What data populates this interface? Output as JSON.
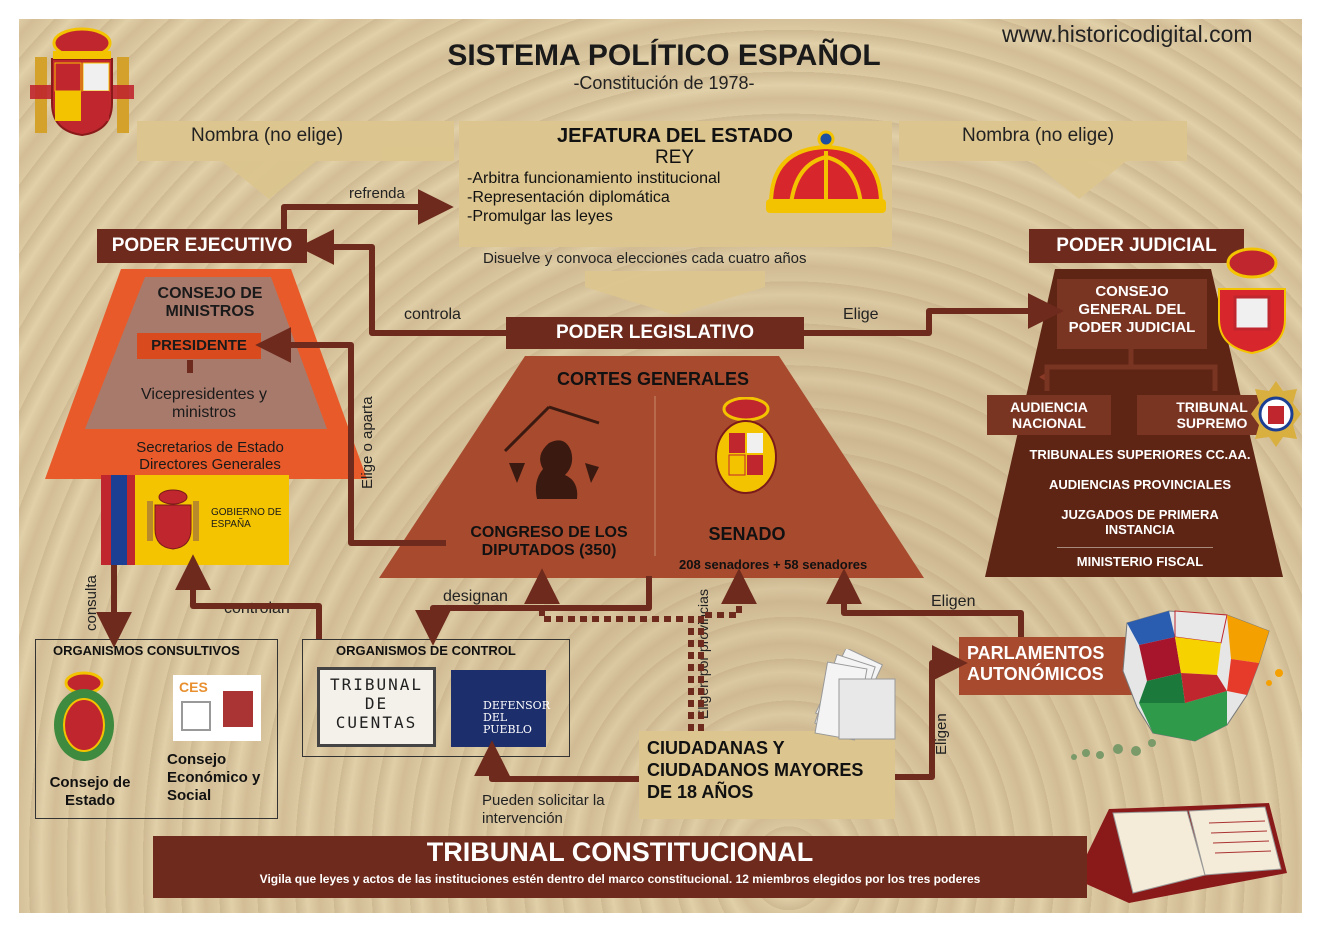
{
  "header": {
    "title": "SISTEMA POLÍTICO ESPAÑOL",
    "subtitle": "-Constitución de 1978-",
    "website": "www.historicodigital.com"
  },
  "jefatura": {
    "title": "JEFATURA DEL ESTADO",
    "rey": "REY",
    "functions": [
      "-Arbitra funcionamiento institucional",
      "-Representación diplomática",
      "-Promulgar las leyes"
    ],
    "nombra_left": "Nombra (no elige)",
    "nombra_right": "Nombra (no elige)",
    "refrenda": "refrenda",
    "disuelve": "Disuelve y convoca elecciones cada cuatro años"
  },
  "ejecutivo": {
    "title": "PODER EJECUTIVO",
    "consejo": "CONSEJO DE MINISTROS",
    "presidente": "PRESIDENTE",
    "vice": "Vicepresidentes y ministros",
    "secretarios": "Secretarios de Estado",
    "directores": "Directores Generales",
    "gobierno_logo_text": "GOBIERNO DE ESPAÑA",
    "controla": "controla",
    "elige_aparta": "Elige o aparta",
    "consulta": "consulta",
    "controlan": "controlan"
  },
  "legislativo": {
    "title": "PODER LEGISLATIVO",
    "cortes": "CORTES GENERALES",
    "congreso": "CONGRESO DE LOS DIPUTADOS (350)",
    "senado": "SENADO",
    "senadores": "208 senadores + 58 senadores",
    "elige": "Elige",
    "designan": "designan"
  },
  "judicial": {
    "title": "PODER JUDICIAL",
    "cgpj": "CONSEJO GENERAL DEL PODER JUDICIAL",
    "audiencia_nacional": "AUDIENCIA NACIONAL",
    "tribunal_supremo": "TRIBUNAL SUPREMO",
    "items": [
      "TRIBUNALES SUPERIORES CC.AA.",
      "AUDIENCIAS PROVINCIALES",
      "JUZGADOS DE PRIMERA INSTANCIA",
      "MINISTERIO FISCAL"
    ]
  },
  "consultivos": {
    "title": "ORGANISMOS CONSULTIVOS",
    "consejo_estado": "Consejo de Estado",
    "ces": "Consejo Económico y Social",
    "ces_logo": "CES"
  },
  "control": {
    "title": "ORGANISMOS DE CONTROL",
    "tribunal_cuentas": "TRIBUNAL DE CUENTAS",
    "defensor": "DEFENSOR DEL PUEBLO"
  },
  "ciudadanos": {
    "label": "CIUDADANAS Y CIUDADANOS MAYORES DE 18 AÑOS",
    "eligen_provincias": "Eligen por provincias",
    "eligen": "Eligen",
    "pueden": "Pueden solicitar la intervención"
  },
  "autonomicos": {
    "label": "PARLAMENTOS AUTONÓMICOS",
    "elige": "Eligen"
  },
  "tc": {
    "title": "TRIBUNAL CONSTITUCIONAL",
    "desc": "Vigila  que leyes y actos de las instituciones estén dentro del marco constitucional. 12 miembros elegidos por los tres poderes"
  },
  "colors": {
    "dark": "#6e2a1c",
    "rust": "#a84a2e",
    "orange": "#e85a2a",
    "tan": "#dcc58e",
    "gold": "#f5c400"
  },
  "icons": [
    "coat-of-arms-icon",
    "crown-icon",
    "cgpj-emblem-icon",
    "supreme-court-emblem-icon",
    "lion-icon",
    "senado-emblem-icon",
    "ballot-papers-icon",
    "spain-regions-map-icon",
    "constitution-book-icon"
  ]
}
